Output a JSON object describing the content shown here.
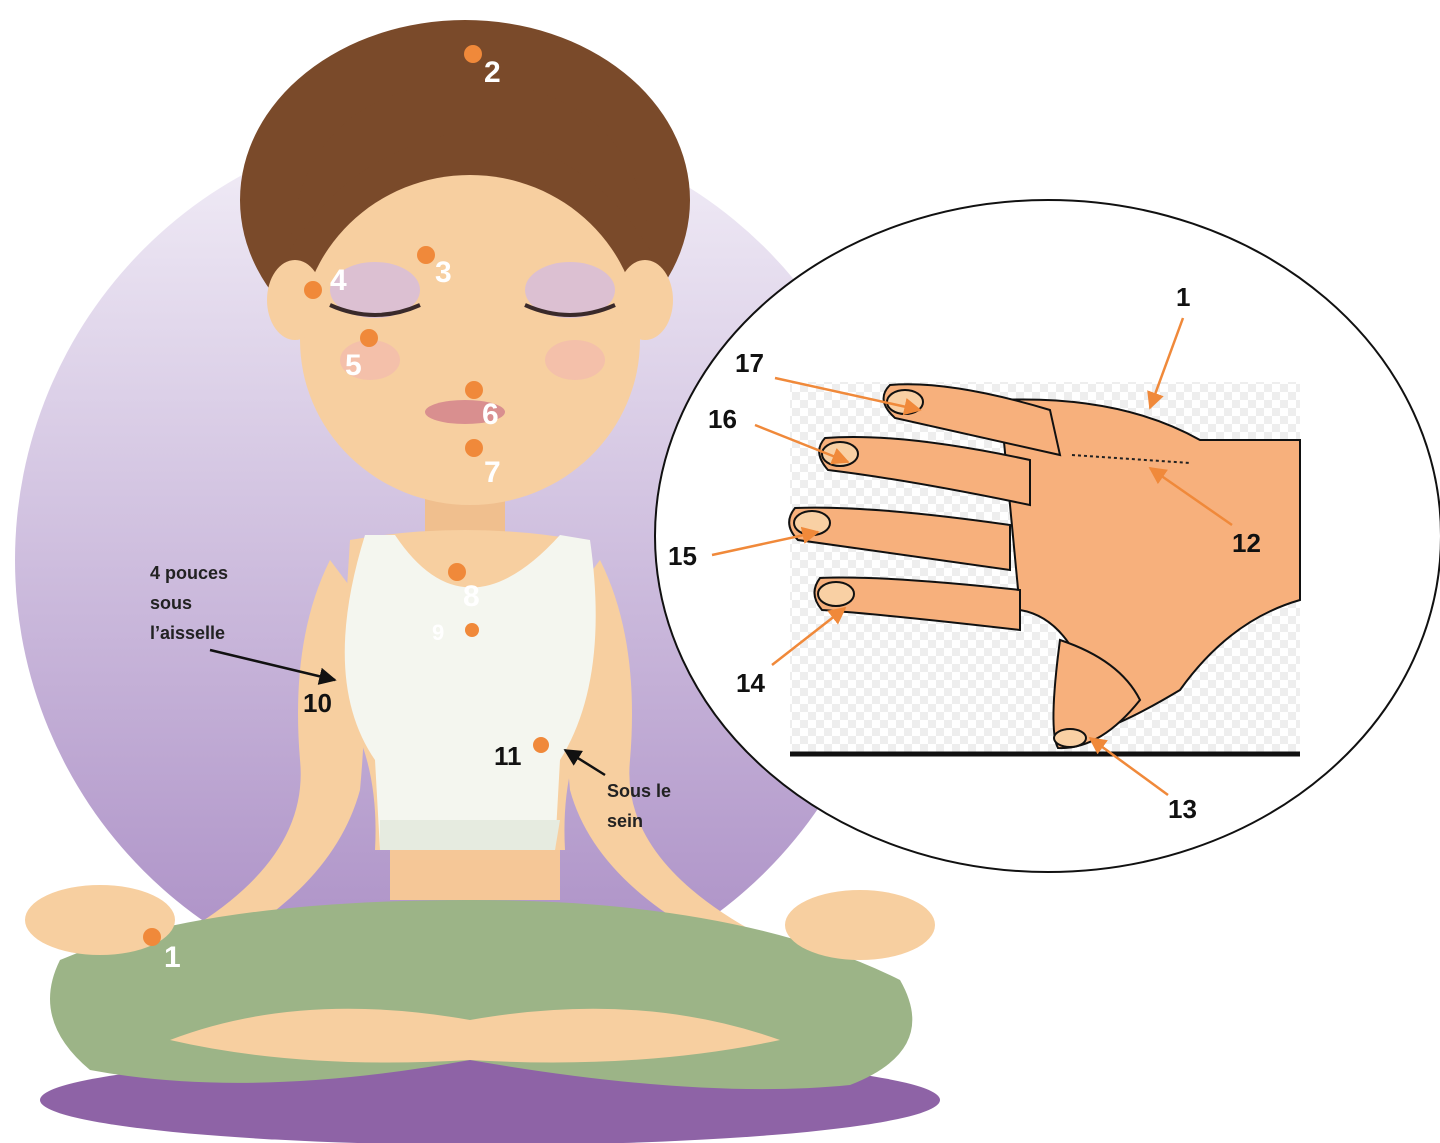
{
  "colors": {
    "point": "#f0893a",
    "skin": "#f7cfa0",
    "hair": "#7a4a2a",
    "pants": "#9cb487",
    "circle_bg": "#b9a6cf",
    "mat": "#8e63a6",
    "hand_skin": "#f7b07c",
    "arrow_orange": "#f0893a",
    "arrow_black": "#111111"
  },
  "body_points": [
    {
      "id": "p1",
      "label": "1"
    },
    {
      "id": "p2",
      "label": "2"
    },
    {
      "id": "p3",
      "label": "3"
    },
    {
      "id": "p4",
      "label": "4"
    },
    {
      "id": "p5",
      "label": "5"
    },
    {
      "id": "p6",
      "label": "6"
    },
    {
      "id": "p7",
      "label": "7"
    },
    {
      "id": "p8",
      "label": "8"
    },
    {
      "id": "p9",
      "label": "9"
    },
    {
      "id": "p10",
      "label": "10"
    },
    {
      "id": "p11",
      "label": "11"
    }
  ],
  "notes": {
    "armpit": [
      "4 pouces",
      "sous",
      "l’aisselle"
    ],
    "breast": [
      "Sous le",
      "sein"
    ]
  },
  "hand_points": [
    {
      "id": "h1",
      "label": "1"
    },
    {
      "id": "h12",
      "label": "12"
    },
    {
      "id": "h13",
      "label": "13"
    },
    {
      "id": "h14",
      "label": "14"
    },
    {
      "id": "h15",
      "label": "15"
    },
    {
      "id": "h16",
      "label": "16"
    },
    {
      "id": "h17",
      "label": "17"
    }
  ]
}
